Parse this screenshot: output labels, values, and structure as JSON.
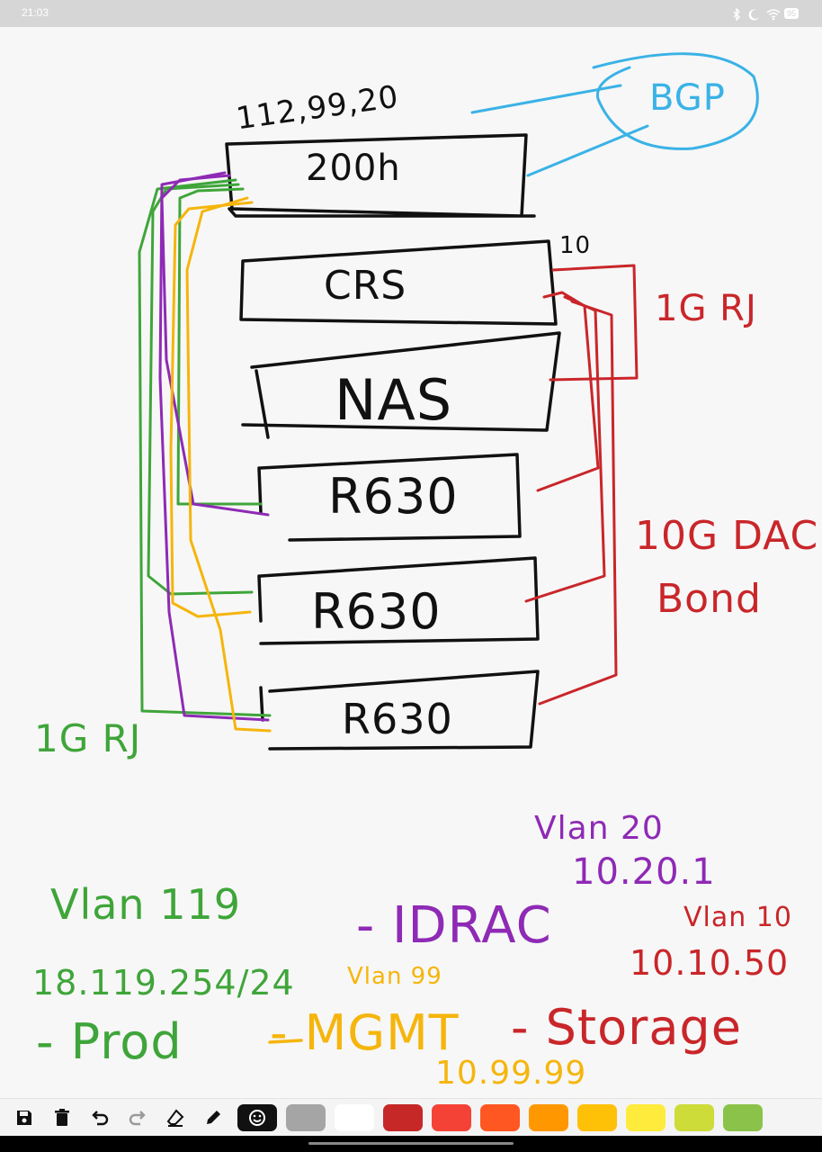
{
  "status_bar": {
    "time": "21:03",
    "battery": "95",
    "icons": [
      "bluetooth-icon",
      "moon-icon",
      "wifi-icon",
      "battery-icon"
    ]
  },
  "diagram": {
    "top_label": "112,99,20",
    "switch_label": "200h",
    "bgp_label": "BGP",
    "ten_label": "10",
    "rack_labels": [
      "CRS",
      "NAS",
      "R630",
      "R630",
      "R630"
    ],
    "red_labels": [
      "1G RJ",
      "10G DAC",
      "Bond"
    ],
    "green_label": "1G RJ"
  },
  "notes": {
    "prod": {
      "vlan": "Vlan 119",
      "ip": "18.119.254/24",
      "name": "- Prod"
    },
    "mgmt": {
      "vlan": "Vlan 99",
      "name": "- MGMT",
      "ip": "10.99.99"
    },
    "idrac": {
      "vlan": "Vlan 20",
      "ip": "10.20.1",
      "name": "- IDRAC"
    },
    "storage": {
      "vlan": "Vlan 10",
      "ip": "10.10.50",
      "name": "- Storage"
    }
  },
  "toolbar": {
    "tools": [
      "save-icon",
      "trash-icon",
      "undo-icon",
      "redo-icon",
      "eraser-icon",
      "pen-icon",
      "sticker-icon"
    ],
    "colors": [
      "#a5a5a5",
      "#ffffff",
      "#c62828",
      "#f44336",
      "#ff5722",
      "#ff9800",
      "#ffc107",
      "#ffeb3b",
      "#cddc39",
      "#8bc34a"
    ]
  }
}
